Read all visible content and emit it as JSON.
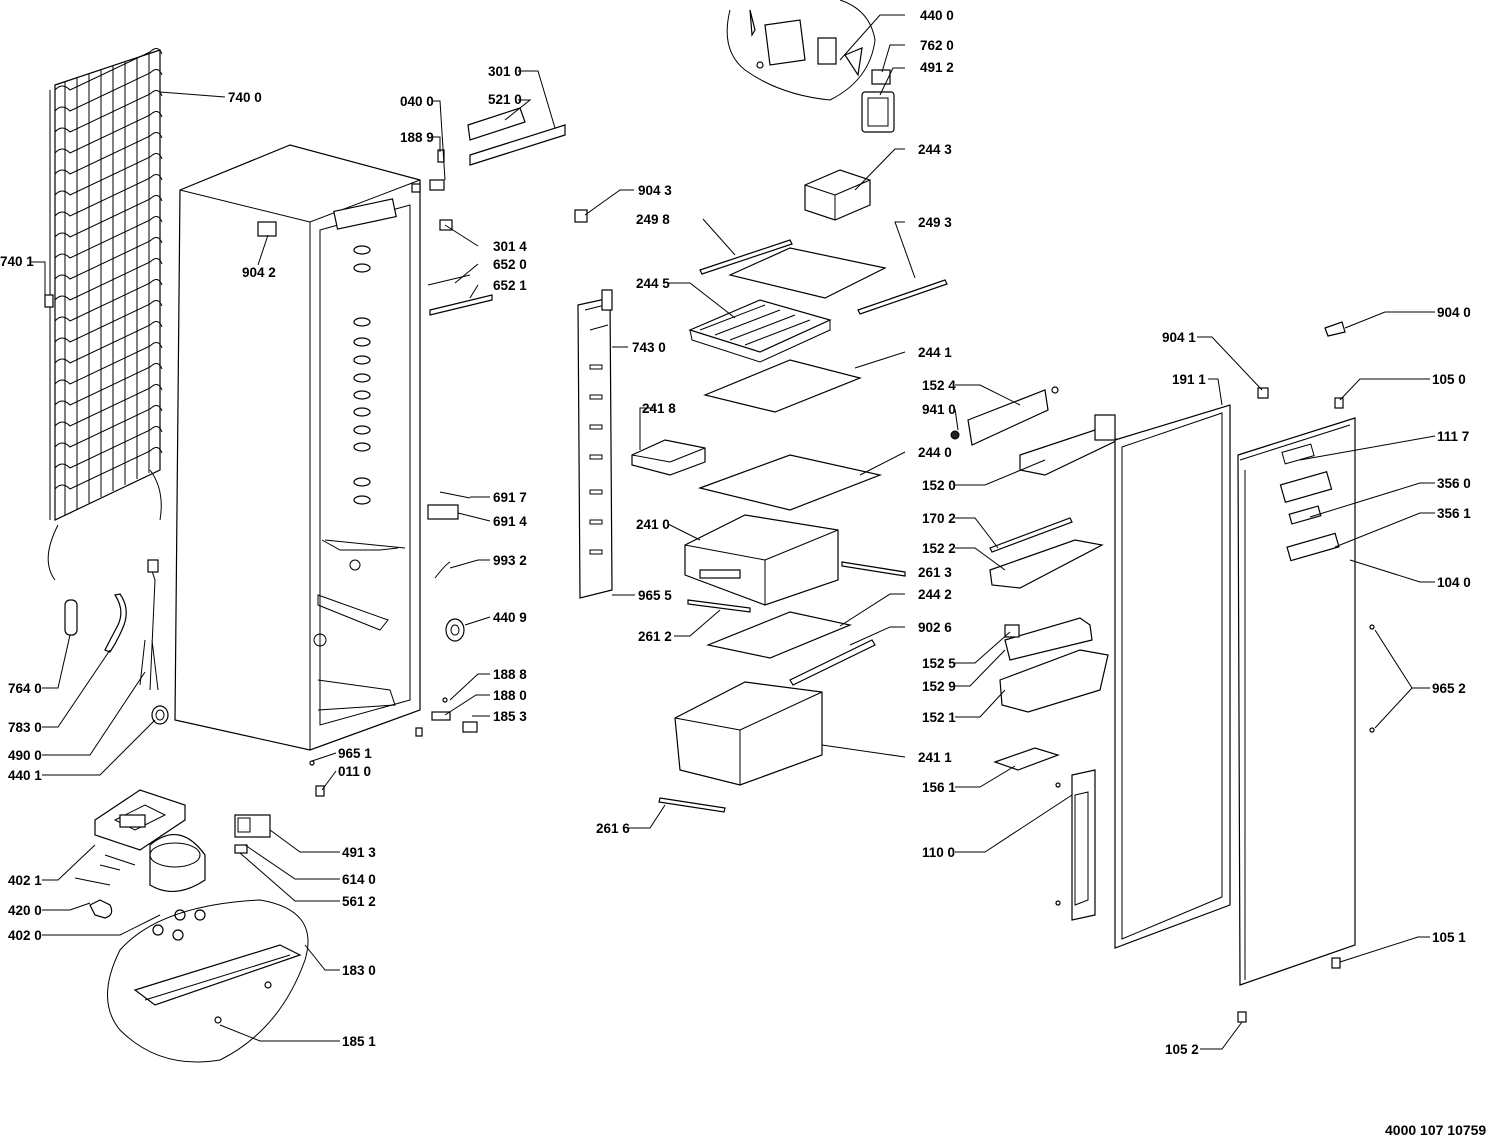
{
  "labels": {
    "l4400": "440 0",
    "l7620": "762 0",
    "l4912": "491 2",
    "l3010": "301 0",
    "l5210": "521 0",
    "l0400": "040 0",
    "l1889": "188 9",
    "l7400": "740 0",
    "l7401": "740 1",
    "l9042": "904 2",
    "l3014": "301 4",
    "l6520": "652 0",
    "l6521": "652 1",
    "l9043": "904 3",
    "l2498": "249 8",
    "l2443": "244 3",
    "l2493": "249 3",
    "l2445": "244 5",
    "l7430": "743 0",
    "l2441": "244 1",
    "l2418": "241 8",
    "l2440": "244 0",
    "l2410": "241 0",
    "l9655": "965 5",
    "l2613": "261 3",
    "l2612": "261 2",
    "l2442": "244 2",
    "l9026": "902 6",
    "l2411": "241 1",
    "l2616": "261 6",
    "l6917": "691 7",
    "l6914": "691 4",
    "l9932": "993 2",
    "l4409": "440 9",
    "l1888": "188 8",
    "l1880": "188 0",
    "l1853": "185 3",
    "l9651": "965 1",
    "l0110": "011 0",
    "l7640": "764 0",
    "l7830": "783 0",
    "l4900": "490 0",
    "l4401": "440 1",
    "l4021": "402 1",
    "l4200": "420 0",
    "l4020": "402 0",
    "l4913": "491 3",
    "l6140": "614 0",
    "l5612": "561 2",
    "l1830": "183 0",
    "l1851": "185 1",
    "l1524": "152 4",
    "l9410": "941 0",
    "l1520": "152 0",
    "l1702": "170 2",
    "l1522": "152 2",
    "l1525": "152 5",
    "l1529": "152 9",
    "l1521": "152 1",
    "l1561": "156 1",
    "l1100": "110 0",
    "l9041": "904 1",
    "l1911": "191 1",
    "l9040": "904 0",
    "l1050": "105 0",
    "l1117": "111 7",
    "l3560": "356 0",
    "l3561": "356 1",
    "l1040": "104 0",
    "l9652": "965 2",
    "l1051": "105 1",
    "l1052": "105 2"
  },
  "document_number": "4000 107 10759"
}
